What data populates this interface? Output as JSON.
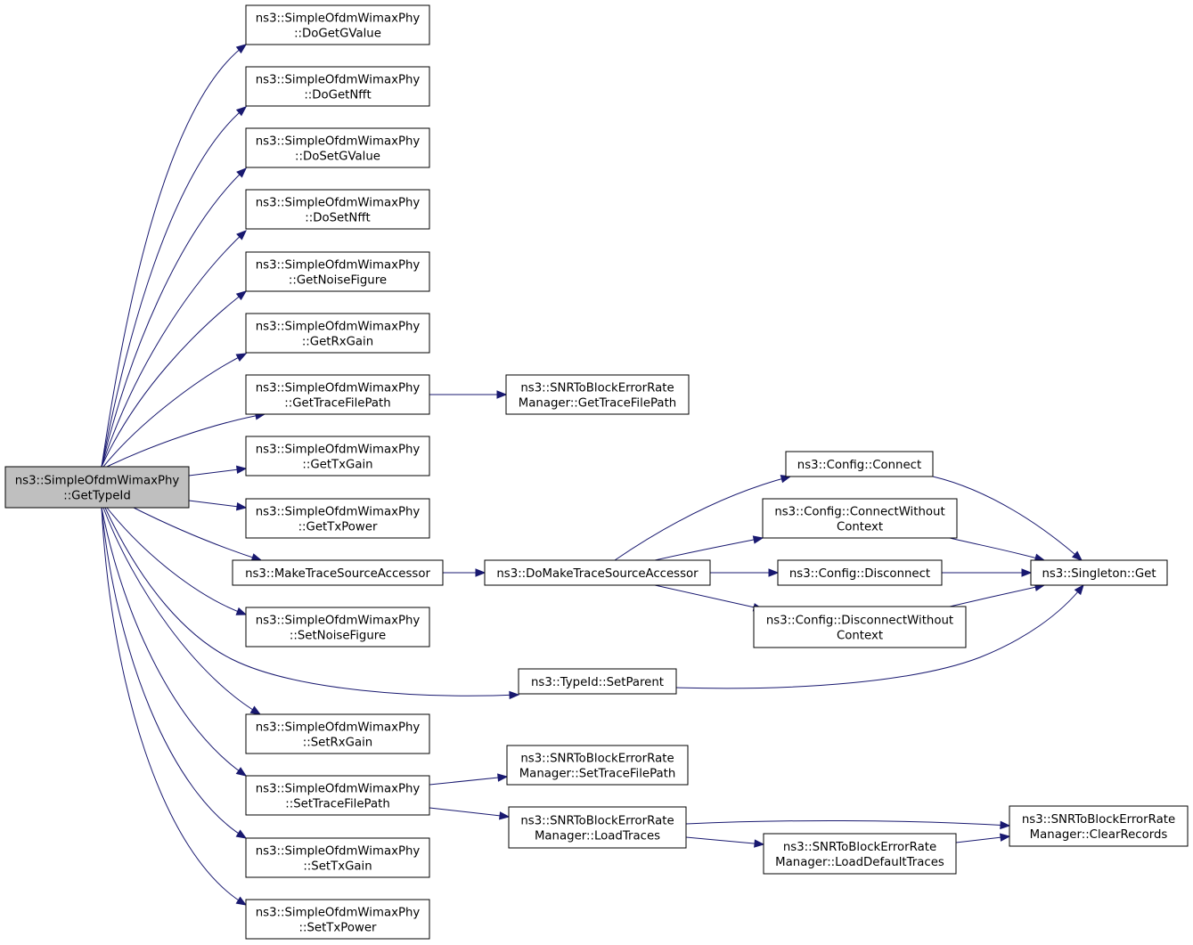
{
  "graph": {
    "nodes": [
      {
        "id": "root",
        "lines": [
          "ns3::SimpleOfdmWimaxPhy",
          "::GetTypeId"
        ],
        "highlighted": true
      },
      {
        "id": "doGetGValue",
        "lines": [
          "ns3::SimpleOfdmWimaxPhy",
          "::DoGetGValue"
        ]
      },
      {
        "id": "doGetNfft",
        "lines": [
          "ns3::SimpleOfdmWimaxPhy",
          "::DoGetNfft"
        ]
      },
      {
        "id": "doSetGValue",
        "lines": [
          "ns3::SimpleOfdmWimaxPhy",
          "::DoSetGValue"
        ]
      },
      {
        "id": "doSetNfft",
        "lines": [
          "ns3::SimpleOfdmWimaxPhy",
          "::DoSetNfft"
        ]
      },
      {
        "id": "getNoiseFigure",
        "lines": [
          "ns3::SimpleOfdmWimaxPhy",
          "::GetNoiseFigure"
        ]
      },
      {
        "id": "getRxGain",
        "lines": [
          "ns3::SimpleOfdmWimaxPhy",
          "::GetRxGain"
        ]
      },
      {
        "id": "getTraceFilePath",
        "lines": [
          "ns3::SimpleOfdmWimaxPhy",
          "::GetTraceFilePath"
        ]
      },
      {
        "id": "getTxGain",
        "lines": [
          "ns3::SimpleOfdmWimaxPhy",
          "::GetTxGain"
        ]
      },
      {
        "id": "getTxPower",
        "lines": [
          "ns3::SimpleOfdmWimaxPhy",
          "::GetTxPower"
        ]
      },
      {
        "id": "makeTraceSourceAccessor",
        "lines": [
          "ns3::MakeTraceSourceAccessor"
        ]
      },
      {
        "id": "setNoiseFigure",
        "lines": [
          "ns3::SimpleOfdmWimaxPhy",
          "::SetNoiseFigure"
        ]
      },
      {
        "id": "setRxGain",
        "lines": [
          "ns3::SimpleOfdmWimaxPhy",
          "::SetRxGain"
        ]
      },
      {
        "id": "setTraceFilePath",
        "lines": [
          "ns3::SimpleOfdmWimaxPhy",
          "::SetTraceFilePath"
        ]
      },
      {
        "id": "setTxGain",
        "lines": [
          "ns3::SimpleOfdmWimaxPhy",
          "::SetTxGain"
        ]
      },
      {
        "id": "setTxPower",
        "lines": [
          "ns3::SimpleOfdmWimaxPhy",
          "::SetTxPower"
        ]
      },
      {
        "id": "snrGetTraceFilePath",
        "lines": [
          "ns3::SNRToBlockErrorRate",
          "Manager::GetTraceFilePath"
        ]
      },
      {
        "id": "doMakeTraceSourceAccessor",
        "lines": [
          "ns3::DoMakeTraceSourceAccessor"
        ]
      },
      {
        "id": "typeIdSetParent",
        "lines": [
          "ns3::TypeId::SetParent"
        ]
      },
      {
        "id": "snrSetTraceFilePath",
        "lines": [
          "ns3::SNRToBlockErrorRate",
          "Manager::SetTraceFilePath"
        ]
      },
      {
        "id": "snrLoadTraces",
        "lines": [
          "ns3::SNRToBlockErrorRate",
          "Manager::LoadTraces"
        ]
      },
      {
        "id": "configConnect",
        "lines": [
          "ns3::Config::Connect"
        ]
      },
      {
        "id": "configConnectWithoutContext",
        "lines": [
          "ns3::Config::ConnectWithout",
          "Context"
        ]
      },
      {
        "id": "configDisconnect",
        "lines": [
          "ns3::Config::Disconnect"
        ]
      },
      {
        "id": "configDisconnectWithoutContext",
        "lines": [
          "ns3::Config::DisconnectWithout",
          "Context"
        ]
      },
      {
        "id": "snrLoadDefaultTraces",
        "lines": [
          "ns3::SNRToBlockErrorRate",
          "Manager::LoadDefaultTraces"
        ]
      },
      {
        "id": "singletonGet",
        "lines": [
          "ns3::Singleton::Get"
        ]
      },
      {
        "id": "snrClearRecords",
        "lines": [
          "ns3::SNRToBlockErrorRate",
          "Manager::ClearRecords"
        ]
      }
    ],
    "edges": [
      {
        "from": "root",
        "to": "doGetGValue"
      },
      {
        "from": "root",
        "to": "doGetNfft"
      },
      {
        "from": "root",
        "to": "doSetGValue"
      },
      {
        "from": "root",
        "to": "doSetNfft"
      },
      {
        "from": "root",
        "to": "getNoiseFigure"
      },
      {
        "from": "root",
        "to": "getRxGain"
      },
      {
        "from": "root",
        "to": "getTraceFilePath"
      },
      {
        "from": "root",
        "to": "getTxGain"
      },
      {
        "from": "root",
        "to": "getTxPower"
      },
      {
        "from": "root",
        "to": "makeTraceSourceAccessor"
      },
      {
        "from": "root",
        "to": "setNoiseFigure"
      },
      {
        "from": "root",
        "to": "typeIdSetParent"
      },
      {
        "from": "root",
        "to": "setRxGain"
      },
      {
        "from": "root",
        "to": "setTraceFilePath"
      },
      {
        "from": "root",
        "to": "setTxGain"
      },
      {
        "from": "root",
        "to": "setTxPower"
      },
      {
        "from": "getTraceFilePath",
        "to": "snrGetTraceFilePath"
      },
      {
        "from": "makeTraceSourceAccessor",
        "to": "doMakeTraceSourceAccessor"
      },
      {
        "from": "doMakeTraceSourceAccessor",
        "to": "configConnect"
      },
      {
        "from": "doMakeTraceSourceAccessor",
        "to": "configConnectWithoutContext"
      },
      {
        "from": "doMakeTraceSourceAccessor",
        "to": "configDisconnect"
      },
      {
        "from": "doMakeTraceSourceAccessor",
        "to": "configDisconnectWithoutContext"
      },
      {
        "from": "configConnect",
        "to": "singletonGet"
      },
      {
        "from": "configConnectWithoutContext",
        "to": "singletonGet"
      },
      {
        "from": "configDisconnect",
        "to": "singletonGet"
      },
      {
        "from": "configDisconnectWithoutContext",
        "to": "singletonGet"
      },
      {
        "from": "typeIdSetParent",
        "to": "singletonGet"
      },
      {
        "from": "setTraceFilePath",
        "to": "snrSetTraceFilePath"
      },
      {
        "from": "setTraceFilePath",
        "to": "snrLoadTraces"
      },
      {
        "from": "snrLoadTraces",
        "to": "snrClearRecords"
      },
      {
        "from": "snrLoadTraces",
        "to": "snrLoadDefaultTraces"
      },
      {
        "from": "snrLoadDefaultTraces",
        "to": "snrClearRecords"
      }
    ]
  }
}
